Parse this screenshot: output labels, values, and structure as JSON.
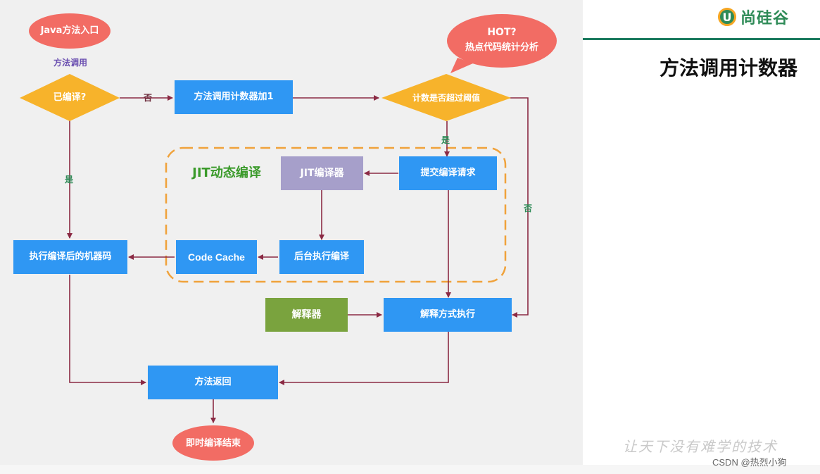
{
  "brand": {
    "logo_text": "尚硅谷",
    "logo_letter": "U"
  },
  "slide": {
    "title": "方法调用计数器",
    "slogan": "让天下没有难学的技术"
  },
  "watermark": "CSDN @热烈小狗",
  "colors": {
    "blue": "#2f97f3",
    "salmon": "#f26c64",
    "gold": "#f7b32b",
    "purple": "#a69fca",
    "green": "#7aa33e",
    "arrow": "#8b2a44",
    "dashed": "#f0a23b",
    "region_label": "#3a9a2a"
  },
  "nodes": {
    "java_entry": "Java方法入口",
    "method_call_label": "方法调用",
    "compiled_q": "已编译?",
    "counter_inc": "方法调用计数器加1",
    "threshold_q": "计数是否超过阈值",
    "hot_line1": "HOT?",
    "hot_line2": "热点代码统计分析",
    "jit_region": "JIT动态编译",
    "jit_compiler": "JIT编译器",
    "submit_req": "提交编译请求",
    "exec_machine": "执行编译后的机器码",
    "code_cache": "Code Cache",
    "bg_compile": "后台执行编译",
    "interpreter": "解释器",
    "interp_exec": "解释方式执行",
    "method_return": "方法返回",
    "jit_end": "即时编译结束"
  },
  "edges": {
    "no1": "否",
    "yes1": "是",
    "yes2": "是",
    "no2": "否"
  }
}
